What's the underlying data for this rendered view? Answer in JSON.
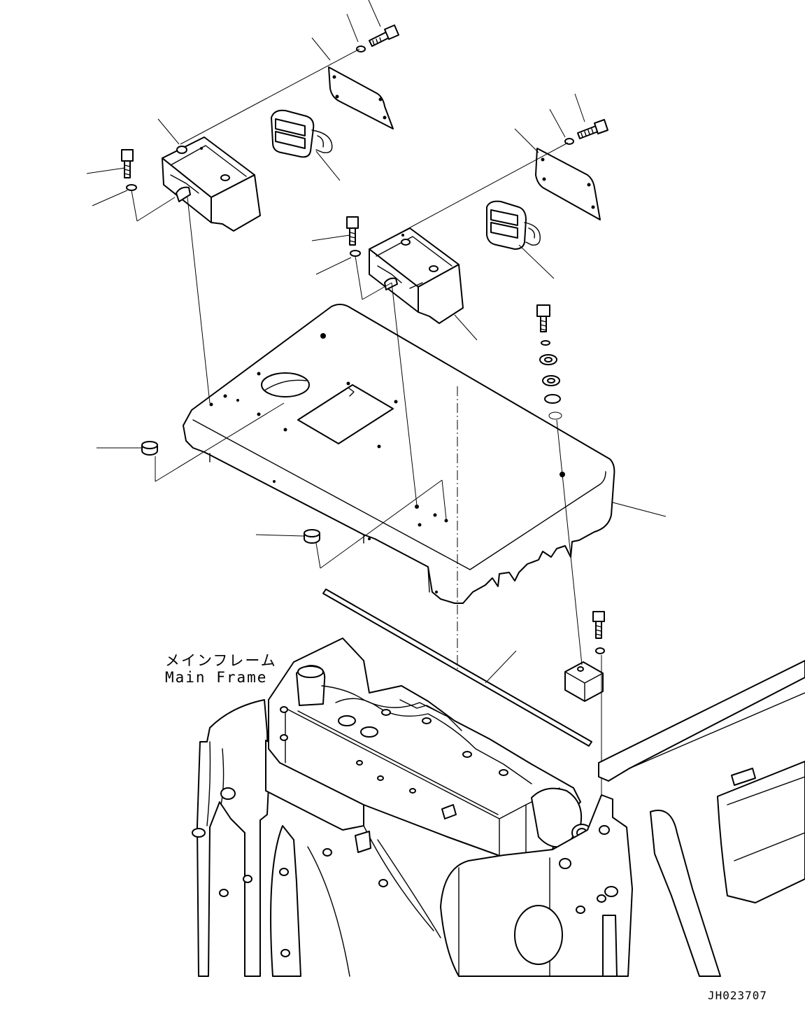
{
  "labels": {
    "main_frame_ja": "メインフレーム",
    "main_frame_en": "Main Frame"
  },
  "drawing_number": "JH023707"
}
